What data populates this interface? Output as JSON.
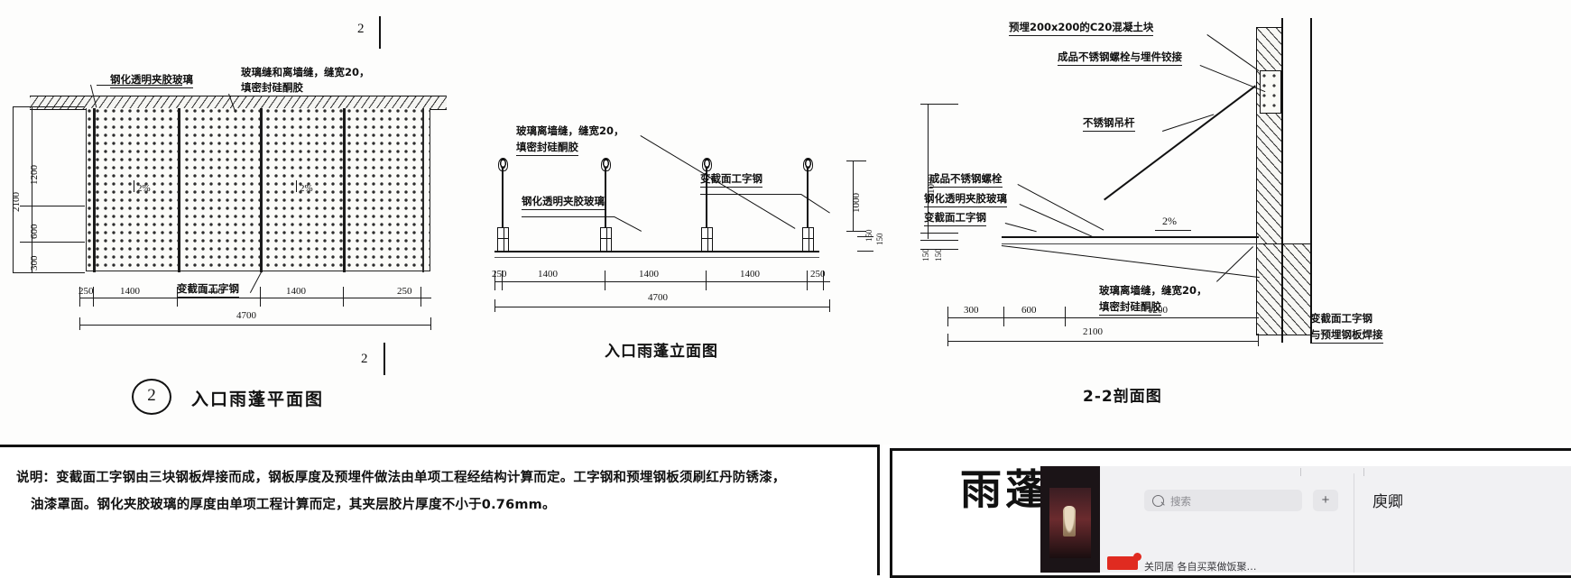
{
  "document": {
    "type": "architectural-drawing",
    "subject": "入口雨蓬",
    "language": "zh-CN"
  },
  "plan_view": {
    "title": "入口雨蓬平面图",
    "marker_number": "2",
    "section_marks": [
      "2",
      "2"
    ],
    "callouts": [
      {
        "text": "钢化透明夹胶玻璃"
      },
      {
        "text": "玻璃缝和离墙缝，缝宽20，",
        "text2": "填密封硅酮胶"
      },
      {
        "text": "变截面工字钢"
      }
    ],
    "slope_labels": [
      "2%",
      "2%"
    ],
    "horizontal_dimensions": [
      "250",
      "1400",
      "1400",
      "1400",
      "250"
    ],
    "total_width": "4700",
    "vertical_dimensions": [
      "1200",
      "600",
      "300"
    ],
    "total_depth": "2100"
  },
  "elevation_view": {
    "title": "入口雨蓬立面图",
    "callouts": [
      {
        "text": "玻璃离墙缝，缝宽20，",
        "text2": "填密封硅酮胶"
      },
      {
        "text": "钢化透明夹胶玻璃"
      },
      {
        "text": "变截面工字钢"
      }
    ],
    "horizontal_dimensions": [
      "250",
      "1400",
      "1400",
      "1400",
      "250"
    ],
    "total_width": "4700",
    "vertical_dimensions": [
      "1000",
      "150",
      "150"
    ]
  },
  "section_view": {
    "title": "2-2剖面图",
    "callouts": [
      {
        "text": "预埋200x200的C20混凝土块"
      },
      {
        "text": "成品不锈钢螺栓与埋件铰接"
      },
      {
        "text": "不锈钢吊杆"
      },
      {
        "text": "成品不锈钢螺栓"
      },
      {
        "text": "钢化透明夹胶玻璃"
      },
      {
        "text": "变截面工字钢"
      },
      {
        "text": "玻璃离墙缝，缝宽20，",
        "text2": "填密封硅酮胶"
      },
      {
        "text": "变截面工字钢",
        "text2": "与预埋钢板焊接"
      }
    ],
    "slope_label": "2%",
    "vertical_dimensions": [
      "1000",
      "150",
      "150"
    ],
    "horizontal_dimensions": [
      "300",
      "600",
      "1200"
    ],
    "total_width": "2100"
  },
  "notes": {
    "line1": "说明：变截面工字钢由三块钢板焊接而成，钢板厚度及预埋件做法由单项工程经结构计算而定。工字钢和预埋钢板须刷红丹防锈漆，",
    "line2": "油漆罩面。钢化夹胶玻璃的厚度由单项工程计算而定，其夹层胶片厚度不小于0.76mm。"
  },
  "bottom_right_panel": {
    "big_text": "雨蓬"
  },
  "overlay": {
    "search_placeholder": "搜索",
    "search_icon": "search-icon",
    "add_button": "+",
    "username": "庾卿",
    "feed_text": "关同居 各自买菜做饭聚…"
  }
}
